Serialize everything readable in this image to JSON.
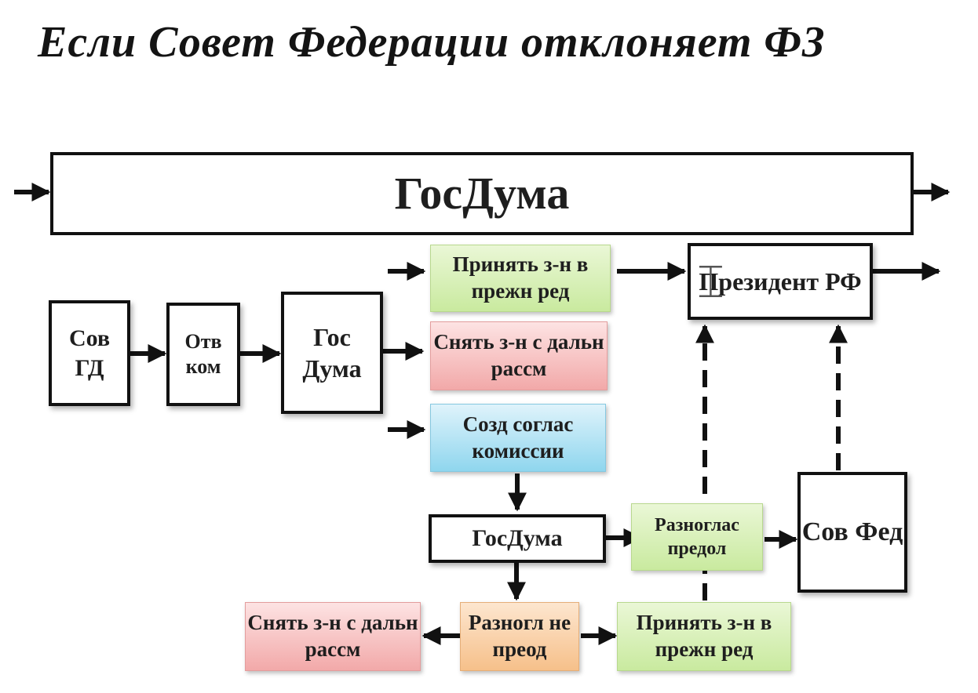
{
  "title": "Если Совет Федерации отклоняет ФЗ",
  "boxes": {
    "gosduma_top": "ГосДума",
    "sov_gd": "Сов ГД",
    "otv_kom": "Отв ком",
    "gos_duma": "Гос Дума",
    "prinyat_1": "Принять з-н в прежн ред",
    "snyat_1": "Снять з-н с дальн рассм",
    "sozd": "Созд соглас комиссии",
    "gosduma_mid": "ГосДума",
    "raznoglas_predol": "Разноглас предол",
    "sov_fed": "Сов Фед",
    "president": "Президент РФ",
    "snyat_2": "Снять з-н с дальн рассм",
    "razngl_ne": "Разногл не преод",
    "prinyat_2": "Принять з-н в прежн ред"
  },
  "colors": {
    "green": "#c9ea9f",
    "red": "#f2a9a9",
    "blue": "#8fd6ee",
    "orange": "#f6c08a",
    "stroke": "#111111"
  },
  "icons": {
    "cursor": "text-cursor-icon"
  }
}
